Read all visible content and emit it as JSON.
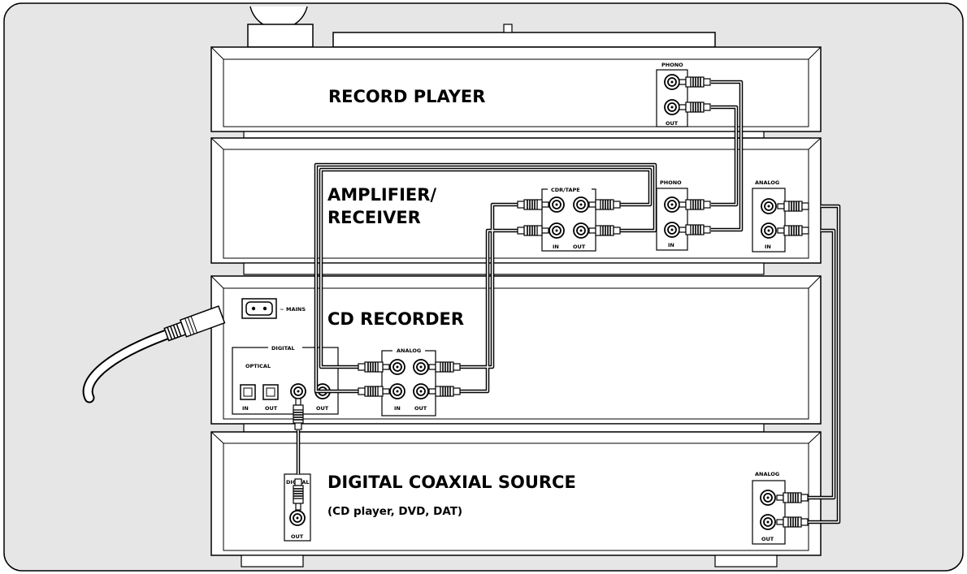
{
  "devices": {
    "record_player": {
      "title": "RECORD PLAYER",
      "panel_label": "PHONO",
      "port_label": "OUT"
    },
    "amplifier": {
      "title_line1": "AMPLIFIER/",
      "title_line2": "RECEIVER",
      "cdr_tape_label": "CDR/TAPE",
      "in_label": "IN",
      "out_label": "OUT",
      "phono_label": "PHONO",
      "phono_in_label": "IN",
      "analog_label": "ANALOG",
      "analog_in_label": "IN"
    },
    "cd_recorder": {
      "title": "CD RECORDER",
      "mains_label": "MAINS",
      "digital_label": "DIGITAL",
      "optical_label": "OPTICAL",
      "optical_in_label": "IN",
      "optical_out_label": "OUT",
      "coax_out_label": "OUT",
      "analog_label": "ANALOG",
      "analog_in_label": "IN",
      "analog_out_label": "OUT"
    },
    "digital_source": {
      "title": "DIGITAL COAXIAL SOURCE",
      "subtitle": "(CD player, DVD, DAT)",
      "digital_label": "DIGITAL",
      "out_label": "OUT",
      "analog_label": "ANALOG",
      "analog_out_label": "OUT"
    }
  },
  "colors": {
    "frame_bg": "#e6e6e6",
    "device_fill": "#ffffff",
    "stroke": "#000000",
    "cable": "#000000"
  }
}
